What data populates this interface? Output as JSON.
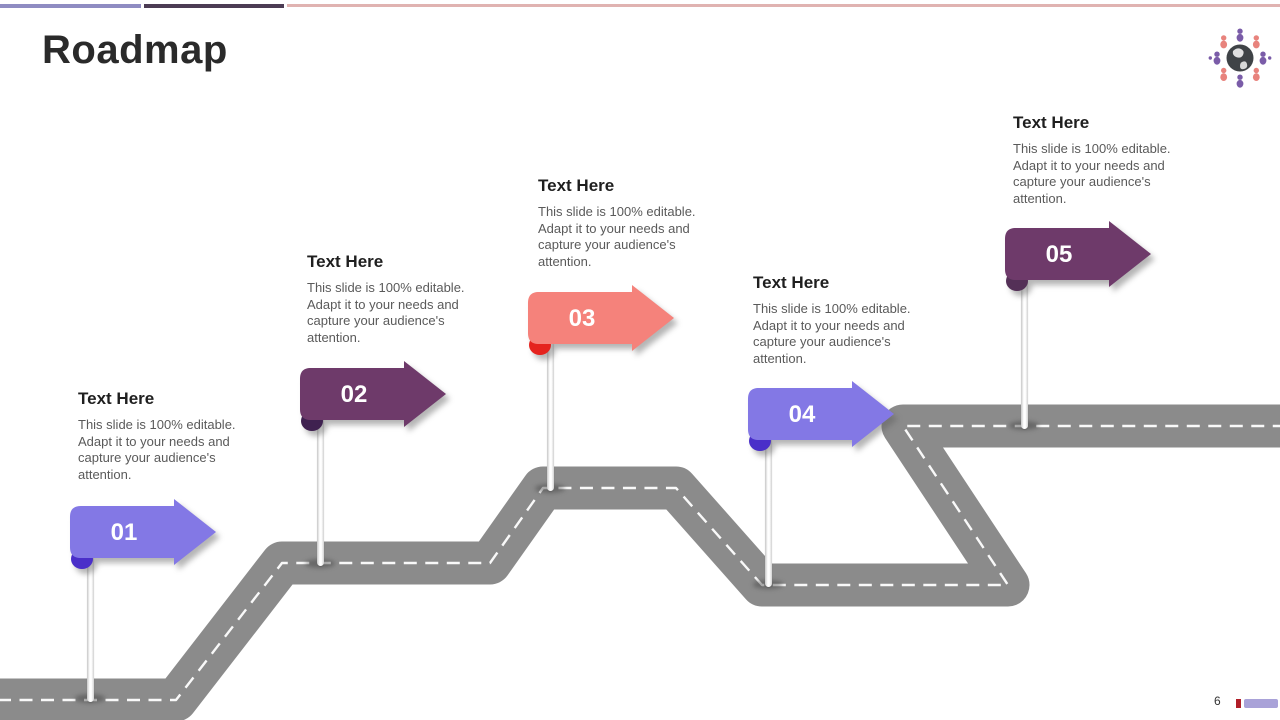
{
  "slide": {
    "title": "Roadmap"
  },
  "top_bar": {
    "segment1_color": "#8f8cc2",
    "segment2_color": "#4c3c54",
    "segment3_color": "#e0b3b1"
  },
  "logo": {
    "name": "people-around-globe-logo",
    "globe_color": "#3f4347",
    "person_purple": "#7a5ca8",
    "person_salmon": "#e8837d"
  },
  "road": {
    "color": "#8b8b8b",
    "centerline_color": "#ffffff"
  },
  "milestones": [
    {
      "number": "01",
      "heading": "Text Here",
      "description": "This slide is 100% editable. Adapt it to your needs and capture your audience's attention.",
      "body_color": "#8378e5",
      "curl_color": "#4a2fc9"
    },
    {
      "number": "02",
      "heading": "Text Here",
      "description": "This slide is 100% editable. Adapt it to your needs and capture your audience's attention.",
      "body_color": "#6e3a6a",
      "curl_color": "#3f2150"
    },
    {
      "number": "03",
      "heading": "Text Here",
      "description": "This slide is 100% editable. Adapt it to your needs and capture your audience's attention.",
      "body_color": "#f5827b",
      "curl_color": "#e5231e"
    },
    {
      "number": "04",
      "heading": "Text Here",
      "description": "This slide is 100% editable. Adapt it to your needs and capture your audience's attention.",
      "body_color": "#8378e5",
      "curl_color": "#4a2fc9"
    },
    {
      "number": "05",
      "heading": "Text Here",
      "description": "This slide is 100% editable. Adapt it to your needs and capture your audience's attention.",
      "body_color": "#6e3a6a",
      "curl_color": "#543057"
    }
  ],
  "footer": {
    "page_number": "6",
    "red_tab_color": "#b01e28",
    "purple_tab_color": "#a9a2d8"
  }
}
